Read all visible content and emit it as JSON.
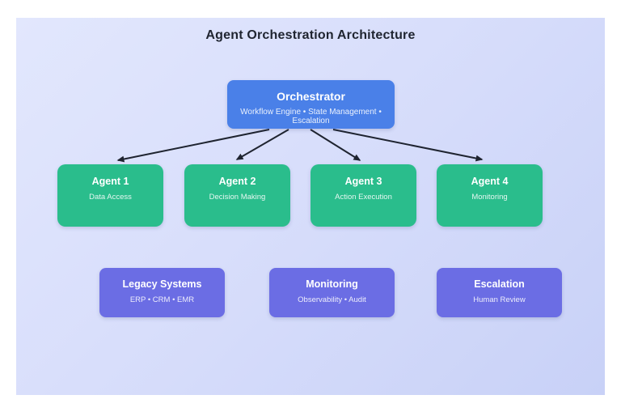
{
  "page": {
    "title": "Agent Orchestration Architecture"
  },
  "colors": {
    "canvas_gradient_start": "#e2e7fd",
    "canvas_gradient_end": "#c8d1f7",
    "orchestrator_fill": "#4a80e8",
    "agent_fill": "#2abd8c",
    "system_fill": "#6b6de4",
    "arrow": "#1f2430",
    "title_text": "#1f2430",
    "node_text": "#ffffff"
  },
  "orchestrator": {
    "title": "Orchestrator",
    "subtitle": "Workflow Engine • State Management • Escalation"
  },
  "agents": [
    {
      "title": "Agent 1",
      "subtitle": "Data Access"
    },
    {
      "title": "Agent 2",
      "subtitle": "Decision Making"
    },
    {
      "title": "Agent 3",
      "subtitle": "Action Execution"
    },
    {
      "title": "Agent 4",
      "subtitle": "Monitoring"
    }
  ],
  "systems": [
    {
      "title": "Legacy Systems",
      "subtitle": "ERP • CRM • EMR"
    },
    {
      "title": "Monitoring",
      "subtitle": "Observability • Audit"
    },
    {
      "title": "Escalation",
      "subtitle": "Human Review"
    }
  ]
}
